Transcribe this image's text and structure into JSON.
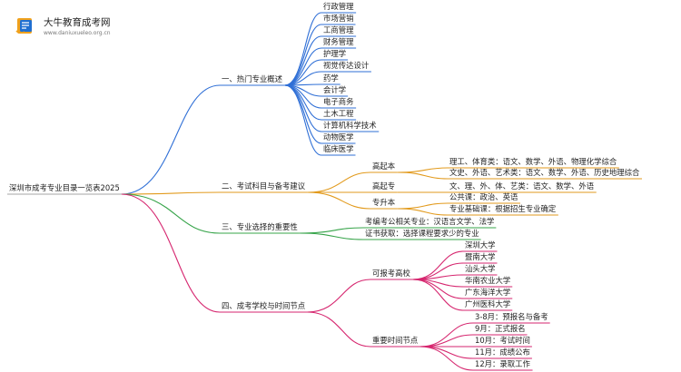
{
  "logo": {
    "title": "大牛教育成考网",
    "url": "www.daniuxueleo.org.cn"
  },
  "root": "深圳市成考专业目录一览表2025",
  "colors": {
    "blue": "#2f6fd6",
    "orange": "#e29a1c",
    "green": "#37a44a",
    "magenta": "#d6266f"
  },
  "branches": [
    {
      "id": "b1",
      "color": "blue",
      "label": "一、热门专业概述",
      "children": [
        {
          "label": "行政管理"
        },
        {
          "label": "市场营销"
        },
        {
          "label": "工商管理"
        },
        {
          "label": "财务管理"
        },
        {
          "label": "护理学"
        },
        {
          "label": "视觉传达设计"
        },
        {
          "label": "药学"
        },
        {
          "label": "会计学"
        },
        {
          "label": "电子商务"
        },
        {
          "label": "土木工程"
        },
        {
          "label": "计算机科学技术"
        },
        {
          "label": "动物医学"
        },
        {
          "label": "临床医学"
        }
      ]
    },
    {
      "id": "b2",
      "color": "orange",
      "label": "二、考试科目与备考建议",
      "children": [
        {
          "label": "高起本",
          "children": [
            {
              "label": "理工、体育类：语文、数学、外语、物理化学综合"
            },
            {
              "label": "文史、外语、艺术类：语文、数学、外语、历史地理综合"
            }
          ]
        },
        {
          "label": "高起专",
          "children": [
            {
              "label": "文、理、外、体、艺类：语文、数学、外语"
            }
          ]
        },
        {
          "label": "专升本",
          "children": [
            {
              "label": "公共课：政治、英语"
            },
            {
              "label": "专业基础课：根据招生专业确定"
            }
          ]
        }
      ]
    },
    {
      "id": "b3",
      "color": "green",
      "label": "三、专业选择的重要性",
      "children": [
        {
          "label": "考编考公相关专业：汉语言文学、法学"
        },
        {
          "label": "证书获取：选择课程要求少的专业"
        }
      ]
    },
    {
      "id": "b4",
      "color": "magenta",
      "label": "四、成考学校与时间节点",
      "children": [
        {
          "label": "可报考高校",
          "children": [
            {
              "label": "深圳大学"
            },
            {
              "label": "暨南大学"
            },
            {
              "label": "汕头大学"
            },
            {
              "label": "华南农业大学"
            },
            {
              "label": "广东海洋大学"
            },
            {
              "label": "广州医科大学"
            }
          ]
        },
        {
          "label": "重要时间节点",
          "children": [
            {
              "label": "3-8月：预报名与备考"
            },
            {
              "label": "9月：正式报名"
            },
            {
              "label": "10月：考试时间"
            },
            {
              "label": "11月：成绩公布"
            },
            {
              "label": "12月：录取工作"
            }
          ]
        }
      ]
    }
  ]
}
